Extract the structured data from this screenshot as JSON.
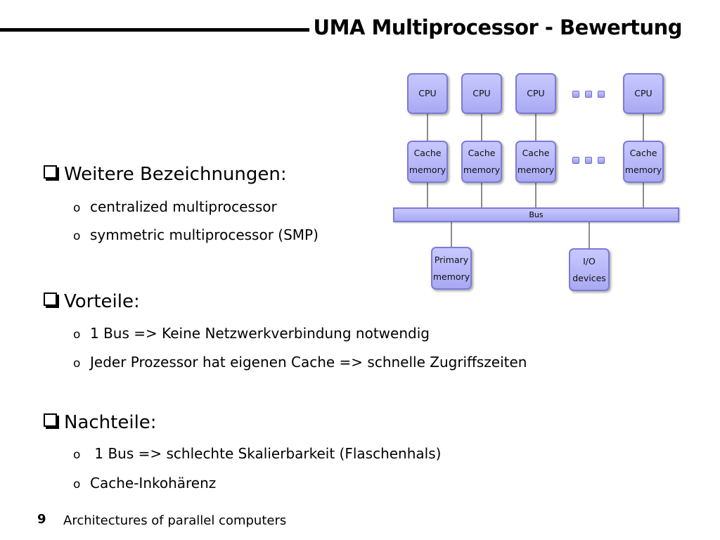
{
  "slide": {
    "title": "UMA Multiprocessor - Bewertung",
    "sections": [
      {
        "heading": "Weitere Bezeichnungen:",
        "items": [
          "centralized multiprocessor",
          "symmetric multiprocessor  (SMP)"
        ]
      },
      {
        "heading": "Vorteile:",
        "items": [
          "1 Bus => Keine Netzwerkverbindung notwendig",
          "Jeder Prozessor hat eigenen Cache => schnelle Zugriffszeiten"
        ]
      },
      {
        "heading": "Nachteile:",
        "items": [
          " 1 Bus => schlechte Skalierbarkeit (Flaschenhals)",
          "Cache-Inkohärenz"
        ]
      }
    ],
    "sub_bullet_marker": "o",
    "page_number": "9",
    "footer": "Architectures of parallel computers"
  },
  "diagram": {
    "cpus": [
      "CPU",
      "CPU",
      "CPU",
      "CPU"
    ],
    "caches": [
      {
        "line1": "Cache",
        "line2": "memory"
      },
      {
        "line1": "Cache",
        "line2": "memory"
      },
      {
        "line1": "Cache",
        "line2": "memory"
      },
      {
        "line1": "Cache",
        "line2": "memory"
      }
    ],
    "bus": "Bus",
    "primary_memory": {
      "line1": "Primary",
      "line2": "memory"
    },
    "io_devices": {
      "line1": "I/O",
      "line2": "devices"
    },
    "box_color": "#b4b4f8",
    "border_color": "#7b7bd6"
  }
}
